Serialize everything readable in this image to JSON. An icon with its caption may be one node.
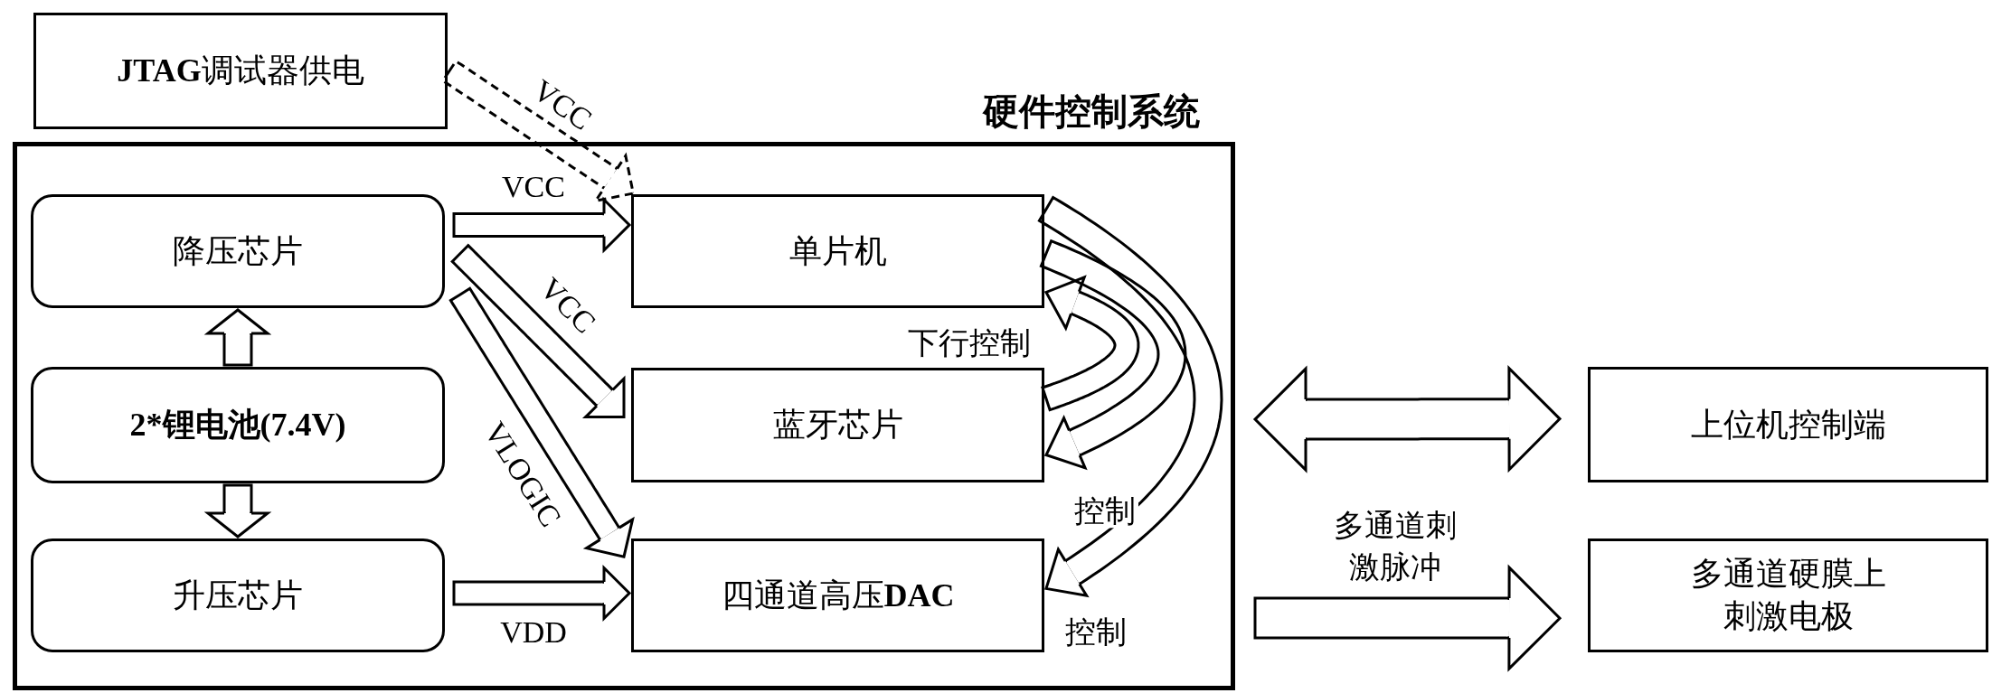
{
  "diagram": {
    "nodes": [
      {
        "text": [
          "**JTAG**调试器供电"
        ]
      },
      {
        "text": [
          "硬件控制系统"
        ]
      },
      {
        "text": [
          "降压芯片"
        ],
        "in": 1
      },
      {
        "text": [
          "**2*锂电池(7.4V)**"
        ],
        "in": 1
      },
      {
        "text": [
          "升压芯片"
        ],
        "in": 1
      },
      {
        "text": [
          "单片机"
        ],
        "in": 1
      },
      {
        "text": [
          "蓝牙芯片"
        ],
        "in": 1
      },
      {
        "text": [
          "四通道高压**DAC**"
        ],
        "in": 1
      },
      {
        "text": [
          "上位机控制端"
        ]
      },
      {
        "text": [
          "多通道硬膜上刺激电极"
        ]
      }
    ],
    "edges": [
      {
        "from": 0,
        "to": 5,
        "arrow": "to",
        "label": "VCC",
        "style": "dashed"
      },
      {
        "from": 2,
        "to": 5,
        "arrow": "to",
        "label": "VCC"
      },
      {
        "from": 2,
        "to": 6,
        "arrow": "to",
        "label": "VCC"
      },
      {
        "from": 2,
        "to": 7,
        "arrow": "to",
        "label": "VLOGIC"
      },
      {
        "from": 4,
        "to": 7,
        "arrow": "to",
        "label": "VDD"
      },
      {
        "from": 3,
        "to": 2,
        "arrow": "to"
      },
      {
        "from": 3,
        "to": 4,
        "arrow": "to"
      },
      {
        "from": 6,
        "to": 5,
        "arrow": "to",
        "label": "下行控制"
      },
      {
        "from": 5,
        "to": 6,
        "arrow": "to",
        "label": "控制"
      },
      {
        "from": 5,
        "to": 7,
        "arrow": "to",
        "label": "控制"
      },
      {
        "from": 1,
        "to": 8,
        "arrow": "both"
      },
      {
        "from": 1,
        "to": 9,
        "arrow": "to",
        "label": "多通道刺激脉冲"
      }
    ]
  }
}
